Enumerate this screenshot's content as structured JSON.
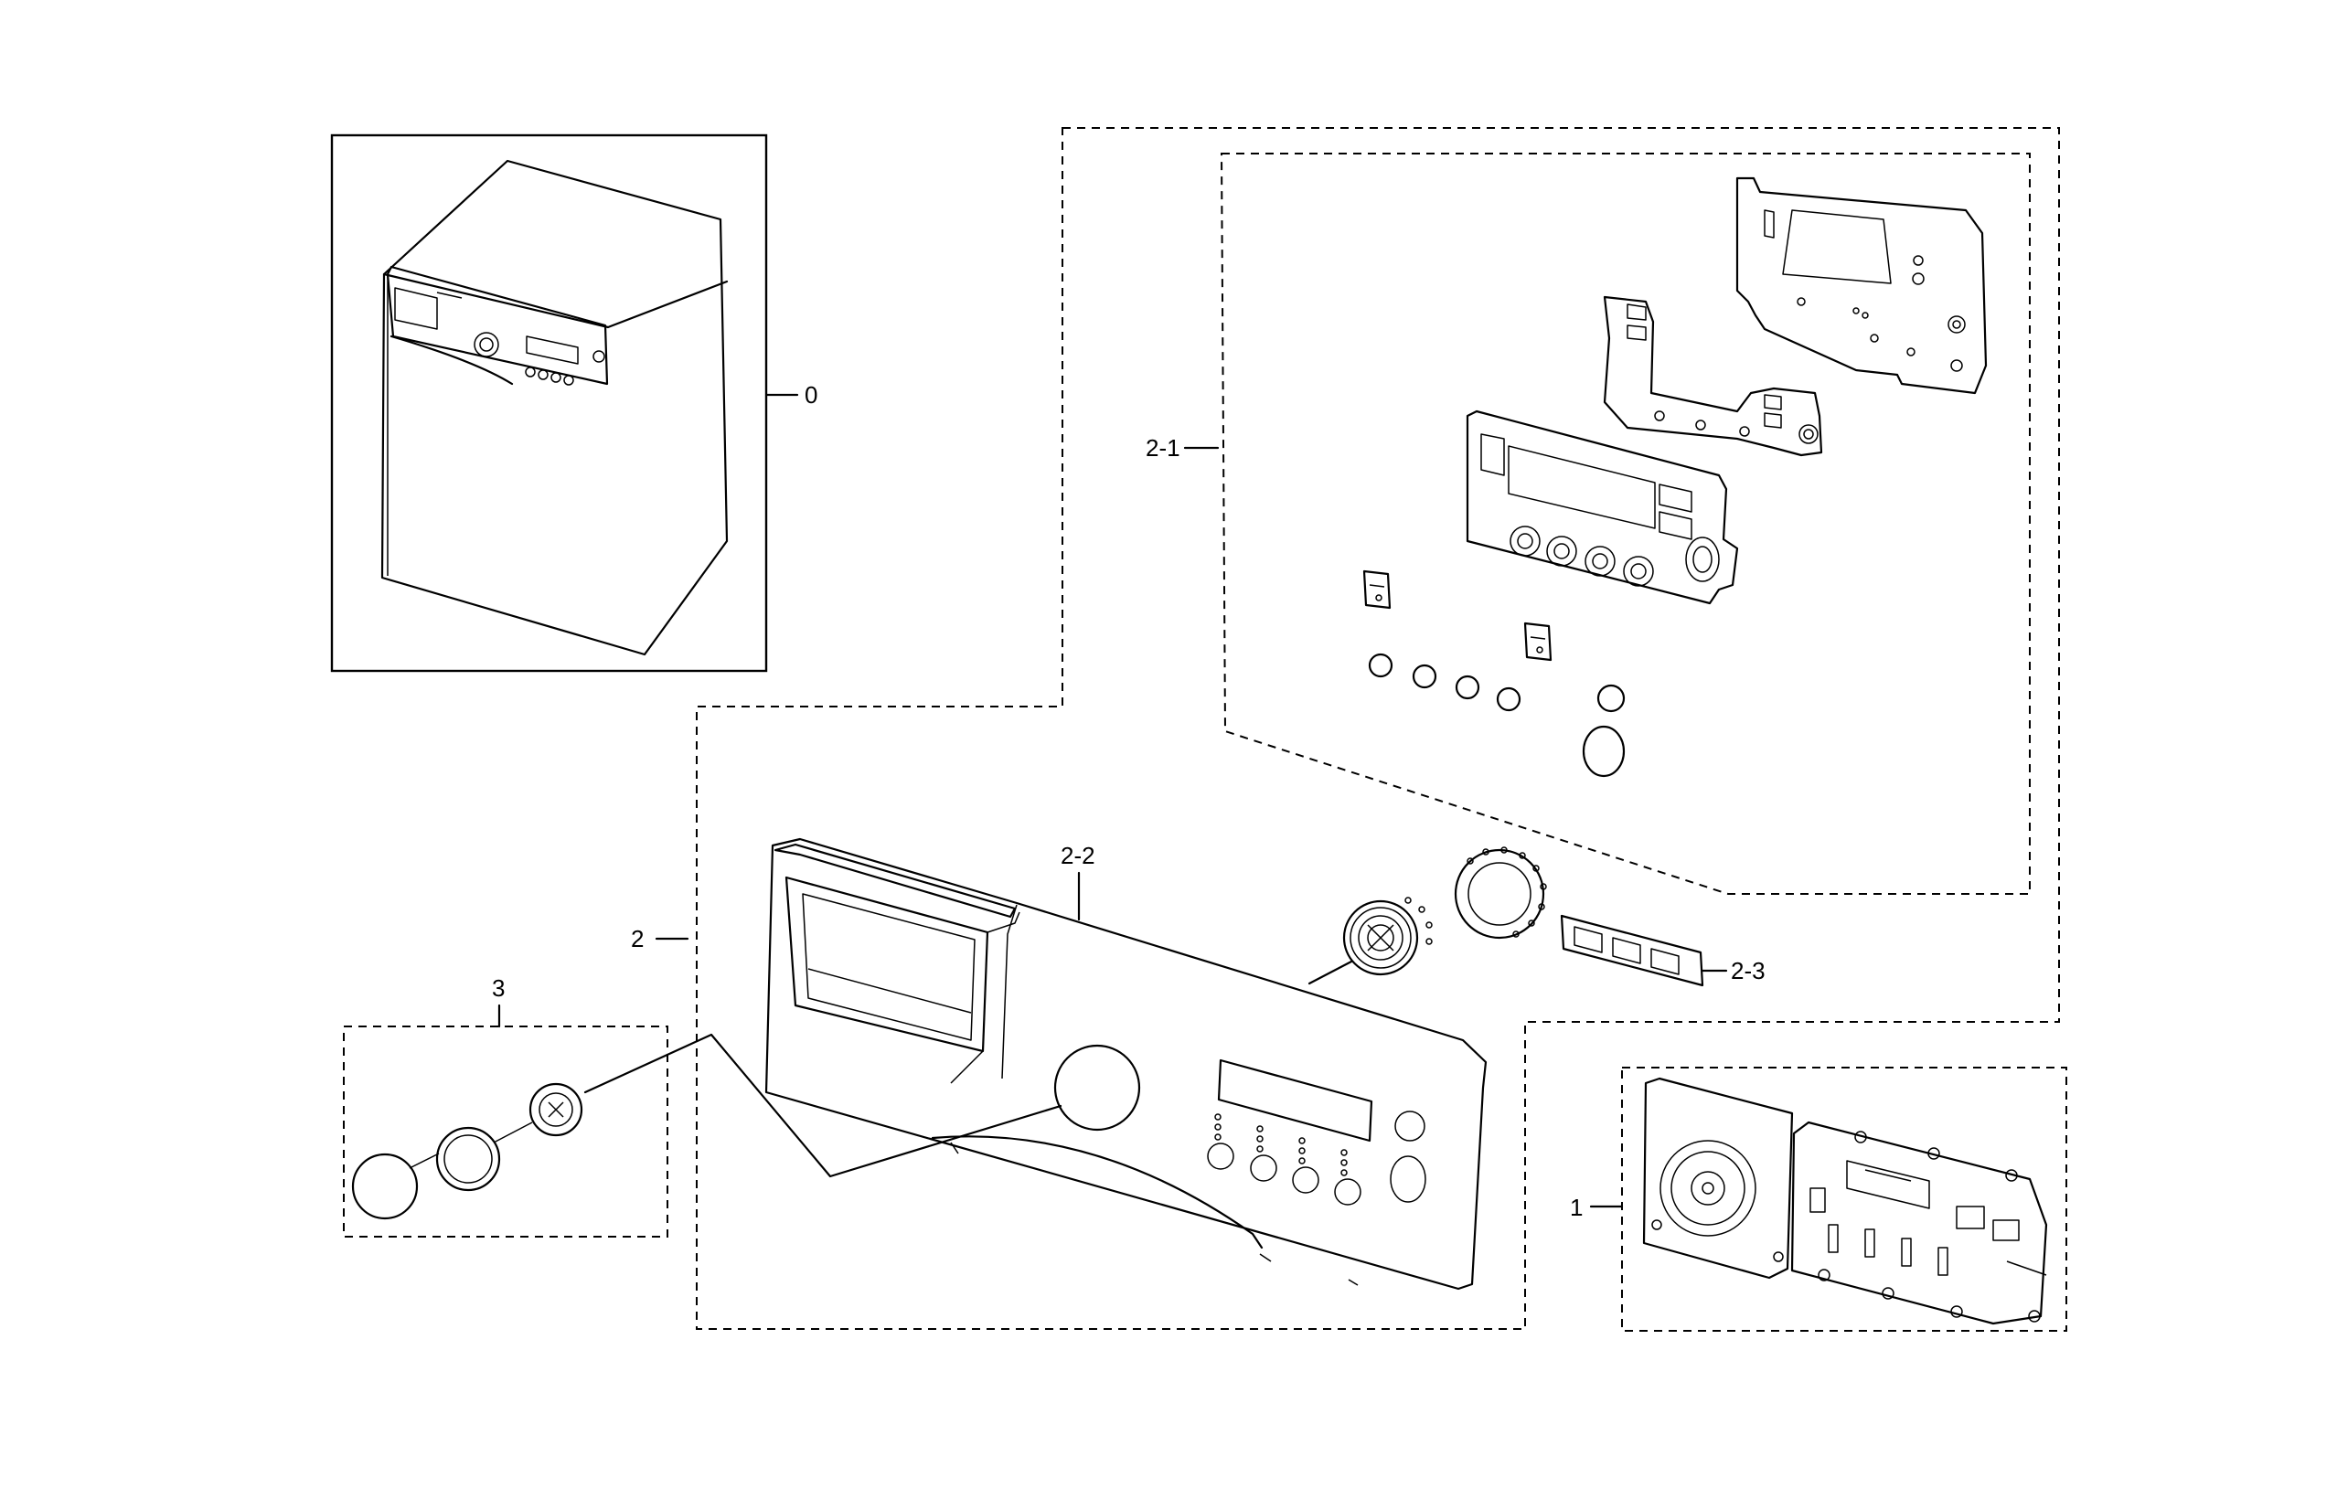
{
  "callouts": {
    "c0": "0",
    "c1": "1",
    "c2": "2",
    "c2_1": "2-1",
    "c2_2": "2-2",
    "c2_3": "2-3",
    "c3": "3"
  },
  "colors": {
    "line": "#000000",
    "background": "#ffffff"
  }
}
